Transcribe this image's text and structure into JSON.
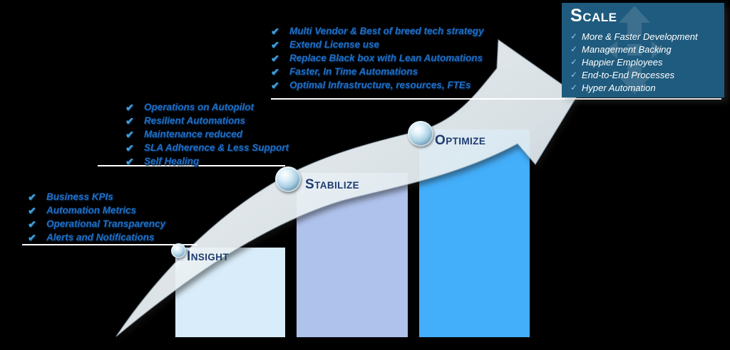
{
  "glyphs": {
    "check": "✔",
    "scale_check": "✓"
  },
  "colors": {
    "background": "#000000",
    "insight_bar": "#D8ECF9",
    "stabilize_bar": "#AFC2EC",
    "optimize_bar": "#43AEFA",
    "scale_box": "#1F5B7E",
    "list_text": "#1E6FC6",
    "check": "#3FA0DC",
    "label_navy": "#1E3C6E",
    "swoosh": "#EDF6FB"
  },
  "stages": {
    "insight": {
      "label": "Insight"
    },
    "stabilize": {
      "label": "Stabilize"
    },
    "optimize": {
      "label": "Optimize"
    },
    "scale": {
      "label": "Scale"
    }
  },
  "lists": {
    "insight": {
      "items": [
        "Business KPIs",
        "Automation Metrics",
        "Operational Transparency",
        "Alerts and Notifications"
      ]
    },
    "stabilize": {
      "items": [
        "Operations on Autopilot",
        "Resilient Automations",
        "Maintenance reduced",
        "SLA Adherence & Less Support",
        "Self Healing"
      ]
    },
    "optimize": {
      "items": [
        "Multi Vendor & Best of breed tech strategy",
        "Extend License use",
        "Replace Black box with Lean Automations",
        "Faster, In Time Automations",
        "Optimal Infrastructure, resources, FTEs"
      ]
    },
    "scale": {
      "items": [
        "More & Faster Development",
        "Management Backing",
        "Happier Employees",
        "End-to-End Processes",
        "Hyper Automation"
      ]
    }
  }
}
